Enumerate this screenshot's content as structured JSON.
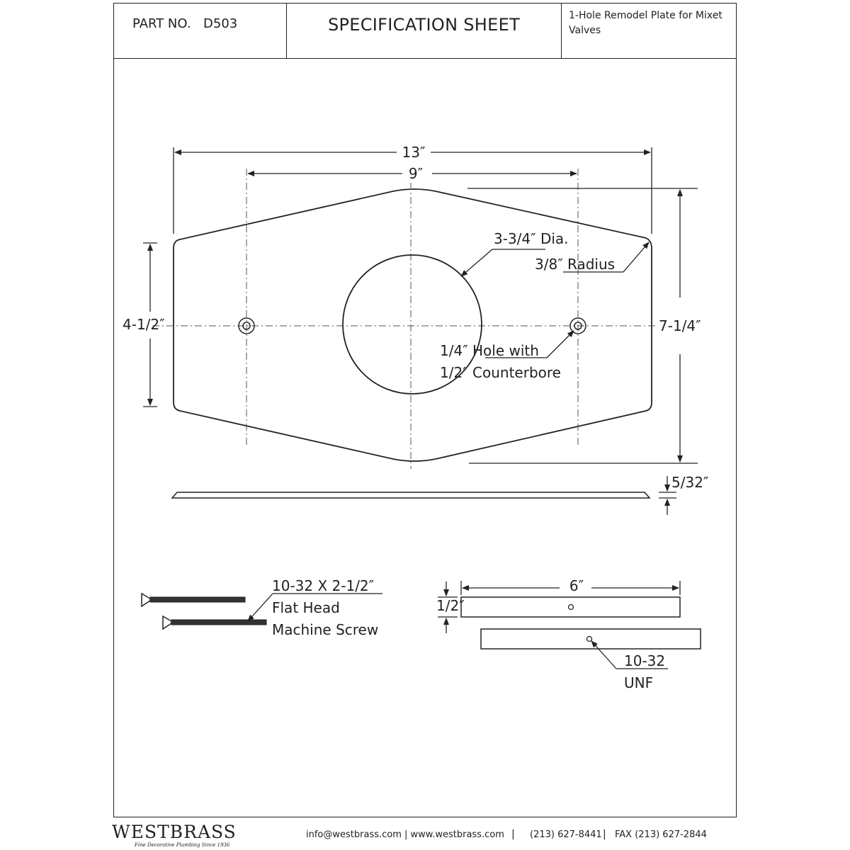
{
  "header": {
    "part_label": "PART NO.",
    "part_number": "D503",
    "title": "SPECIFICATION SHEET",
    "description": "1-Hole Remodel Plate for Mixet Valves"
  },
  "dimensions": {
    "overall_width": "13″",
    "hole_spacing": "9″",
    "center_hole_dia": "3-3/4″ Dia.",
    "corner_radius": "3/8″ Radius",
    "side_height": "4-1/2″",
    "overall_height": "7-1/4″",
    "screw_hole_line1": "1/4″ Hole with",
    "screw_hole_line2": "1/2″ Counterbore",
    "thickness": "5/32″"
  },
  "screw": {
    "spec": "10-32 X 2-1/2″",
    "line2": "Flat Head",
    "line3": "Machine Screw"
  },
  "bar": {
    "length": "6″",
    "height": "1/2″",
    "thread_line1": "10-32",
    "thread_line2": "UNF"
  },
  "footer": {
    "brand": "WESTBRASS",
    "tagline": "Fine Decorative Plumbing Since 1936",
    "email_web": "info@westbrass.com | www.westbrass.com",
    "phone": "(213) 627-8441",
    "fax": "FAX (213) 627-2844",
    "separator": "|"
  }
}
